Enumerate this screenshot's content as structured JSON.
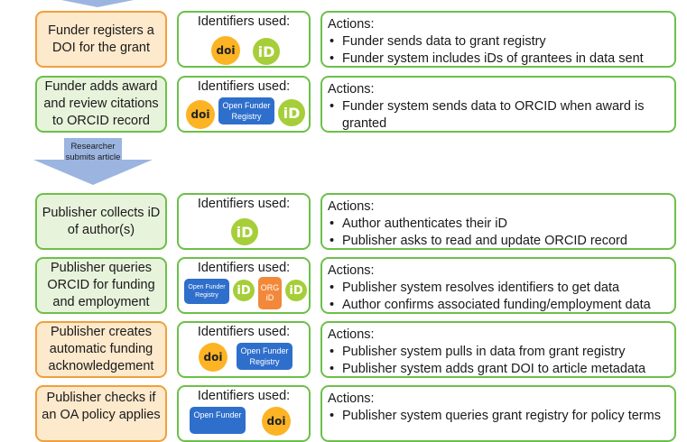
{
  "rows": [
    {
      "step": "Funder registers a DOI for the grant",
      "ids_title": "Identifiers used:",
      "actions_title": "Actions:",
      "actions": [
        "Funder sends data to grant registry",
        "Funder system includes iDs of grantees in data sent"
      ]
    },
    {
      "step": "Funder adds award and review citations to ORCID record",
      "ids_title": "Identifiers used:",
      "actions_title": "Actions:",
      "actions": [
        "Funder system sends data to ORCID when award is granted"
      ]
    },
    {
      "step": "Publisher collects iD of author(s)",
      "ids_title": "Identifiers used:",
      "actions_title": "Actions:",
      "actions": [
        "Author authenticates their iD",
        "Publisher asks to read and update ORCID record"
      ]
    },
    {
      "step": "Publisher queries ORCID for funding and employment",
      "ids_title": "Identifiers used:",
      "actions_title": "Actions:",
      "actions": [
        "Publisher system resolves identifiers to get data",
        "Author confirms associated funding/employment data"
      ]
    },
    {
      "step": "Publisher creates automatic funding acknowledgement",
      "ids_title": "Identifiers used:",
      "actions_title": "Actions:",
      "actions": [
        "Publisher system pulls in data from grant registry",
        "Publisher system adds grant DOI to article metadata"
      ]
    },
    {
      "step": "Publisher checks if an OA policy applies",
      "ids_title": "Identifiers used:",
      "actions_title": "Actions:",
      "actions": [
        "Publisher system queries grant registry for policy terms"
      ]
    }
  ],
  "icons": {
    "doi": "doi",
    "orcid": "iD",
    "ofr": "Open Funder Registry",
    "ofr_short": "Open Funder",
    "org": "ORG iD"
  },
  "arrow_label": "Researcher submits article",
  "colors": {
    "green": "#6cc04a",
    "orange": "#f0a03c",
    "orcid": "#a6ce39",
    "doi": "#fcb425",
    "ofr": "#2f6fcc",
    "arrow": "#9bb5e0"
  }
}
